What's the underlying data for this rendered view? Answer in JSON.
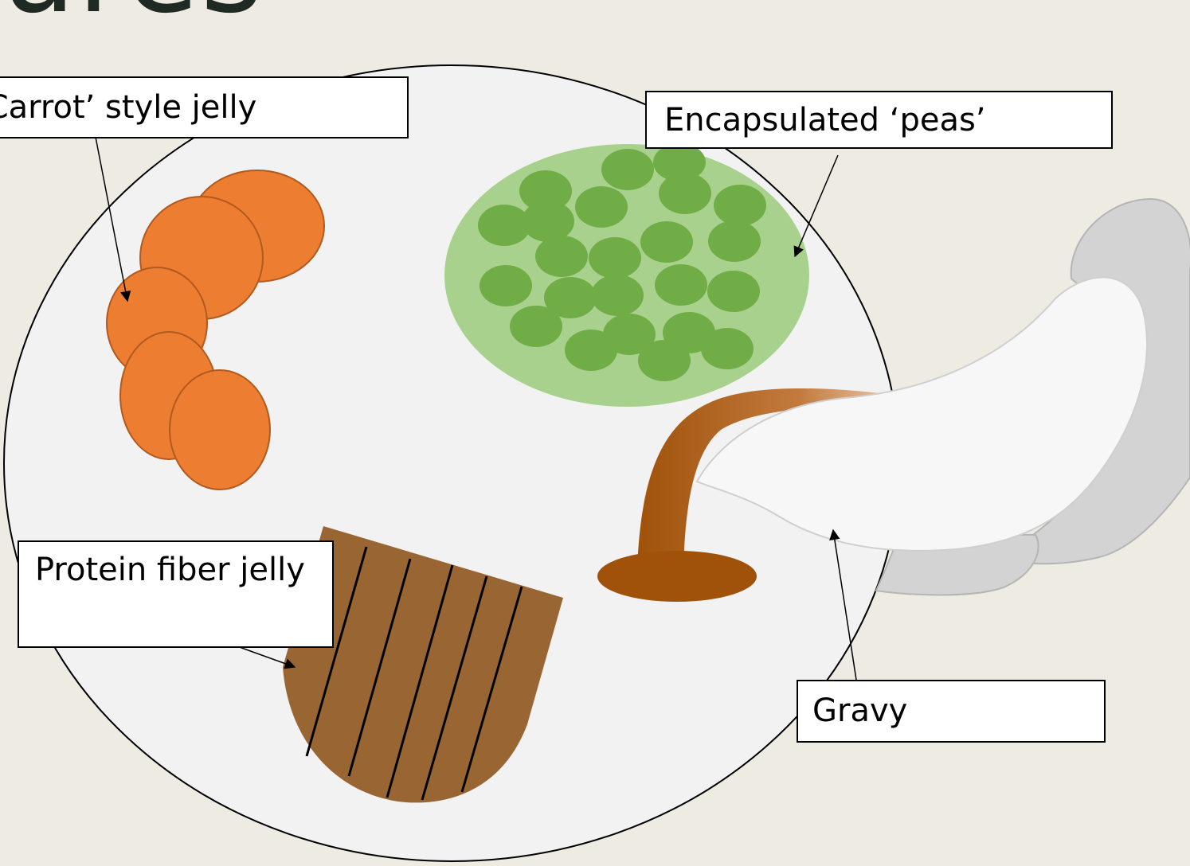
{
  "title_fragment": "ures",
  "labels": {
    "carrot": "‘Carrot’ style jelly",
    "peas": "Encapsulated ‘peas’",
    "protein": "Protein fiber jelly",
    "gravy": "Gravy"
  },
  "colors": {
    "background": "#eeebe3",
    "plate": "#f2f2f2",
    "carrot": "#ed7d31",
    "carrot_outline": "#b05a1f",
    "pea_dish": "#a9d18e",
    "pea": "#70ad47",
    "protein": "#996633",
    "gravy": "#a0520a",
    "gravy_boat": "#f7f7f7"
  },
  "icons": [
    "gravy-boat-icon"
  ]
}
